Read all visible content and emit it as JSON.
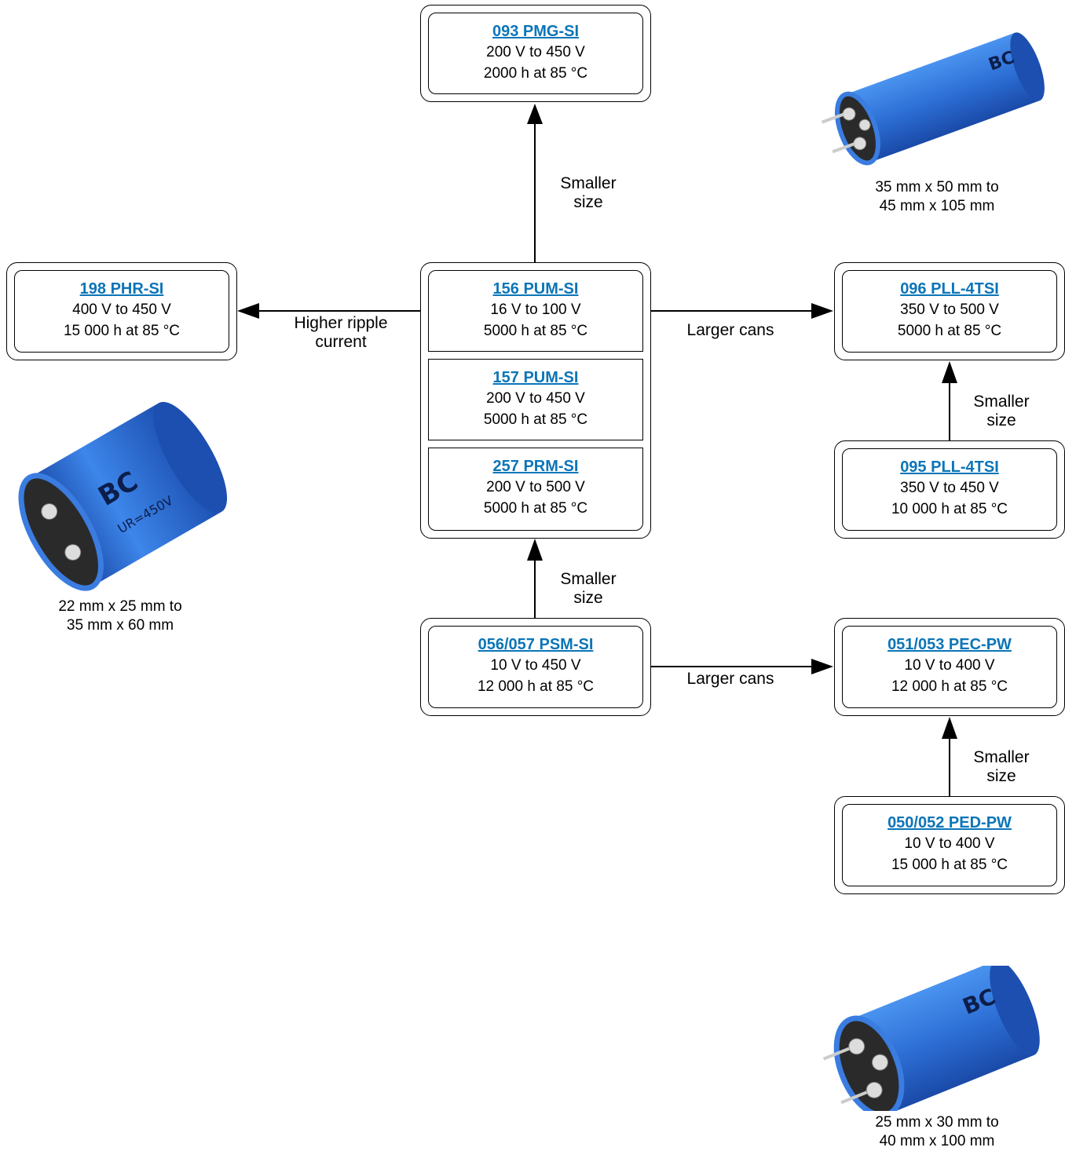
{
  "boxes": {
    "b093": {
      "series": "093 PMG-SI",
      "voltage": "200 V to 450 V",
      "life": "2000 h at 85 °C"
    },
    "b198": {
      "series": "198 PHR-SI",
      "voltage": "400 V to 450 V",
      "life": "15 000 h at 85 °C"
    },
    "b156": {
      "series": "156 PUM-SI",
      "voltage": "16 V to 100 V",
      "life": "5000 h at 85 °C"
    },
    "b157": {
      "series": "157 PUM-SI",
      "voltage": "200 V to 450 V",
      "life": "5000 h at 85 °C"
    },
    "b257": {
      "series": "257 PRM-SI",
      "voltage": "200 V to 500 V",
      "life": "5000 h at 85 °C"
    },
    "b096": {
      "series": "096 PLL-4TSI",
      "voltage": "350 V to 500 V",
      "life": "5000 h at 85 °C"
    },
    "b095": {
      "series": "095 PLL-4TSI",
      "voltage": "350 V to 450 V",
      "life": "10 000 h at 85 °C"
    },
    "b056": {
      "series": "056/057 PSM-SI",
      "voltage": "10 V to 450 V",
      "life": "12 000 h at 85 °C"
    },
    "b051": {
      "series": "051/053 PEC-PW",
      "voltage": "10 V to 400 V",
      "life": "12 000 h at 85 °C"
    },
    "b050": {
      "series": "050/052 PED-PW",
      "voltage": "10 V to 400 V",
      "life": "15 000 h at 85 °C"
    }
  },
  "arrows": {
    "up_center_top": {
      "line1": "Smaller",
      "line2": "size"
    },
    "left_center": {
      "line1": "Higher ripple",
      "line2": "current"
    },
    "right_center": {
      "text": "Larger cans"
    },
    "up_right_top": {
      "line1": "Smaller",
      "line2": "size"
    },
    "up_center_bottom": {
      "line1": "Smaller",
      "line2": "size"
    },
    "right_bottom": {
      "text": "Larger cans"
    },
    "up_right_bottom": {
      "line1": "Smaller",
      "line2": "size"
    }
  },
  "photos": {
    "top_right": {
      "line1": "35 mm x 50 mm to",
      "line2": "45 mm x 105 mm",
      "icon": "capacitor-4-pin"
    },
    "left": {
      "line1": "22 mm x 25 mm to",
      "line2": "35 mm x 60 mm",
      "icon": "capacitor-snap-in"
    },
    "bottom_right": {
      "line1": "25 mm x 30 mm to",
      "line2": "40 mm x 100 mm",
      "icon": "capacitor-4-pin"
    }
  },
  "colors": {
    "link": "#0b75b8",
    "capacitor": "#3d86ea"
  }
}
